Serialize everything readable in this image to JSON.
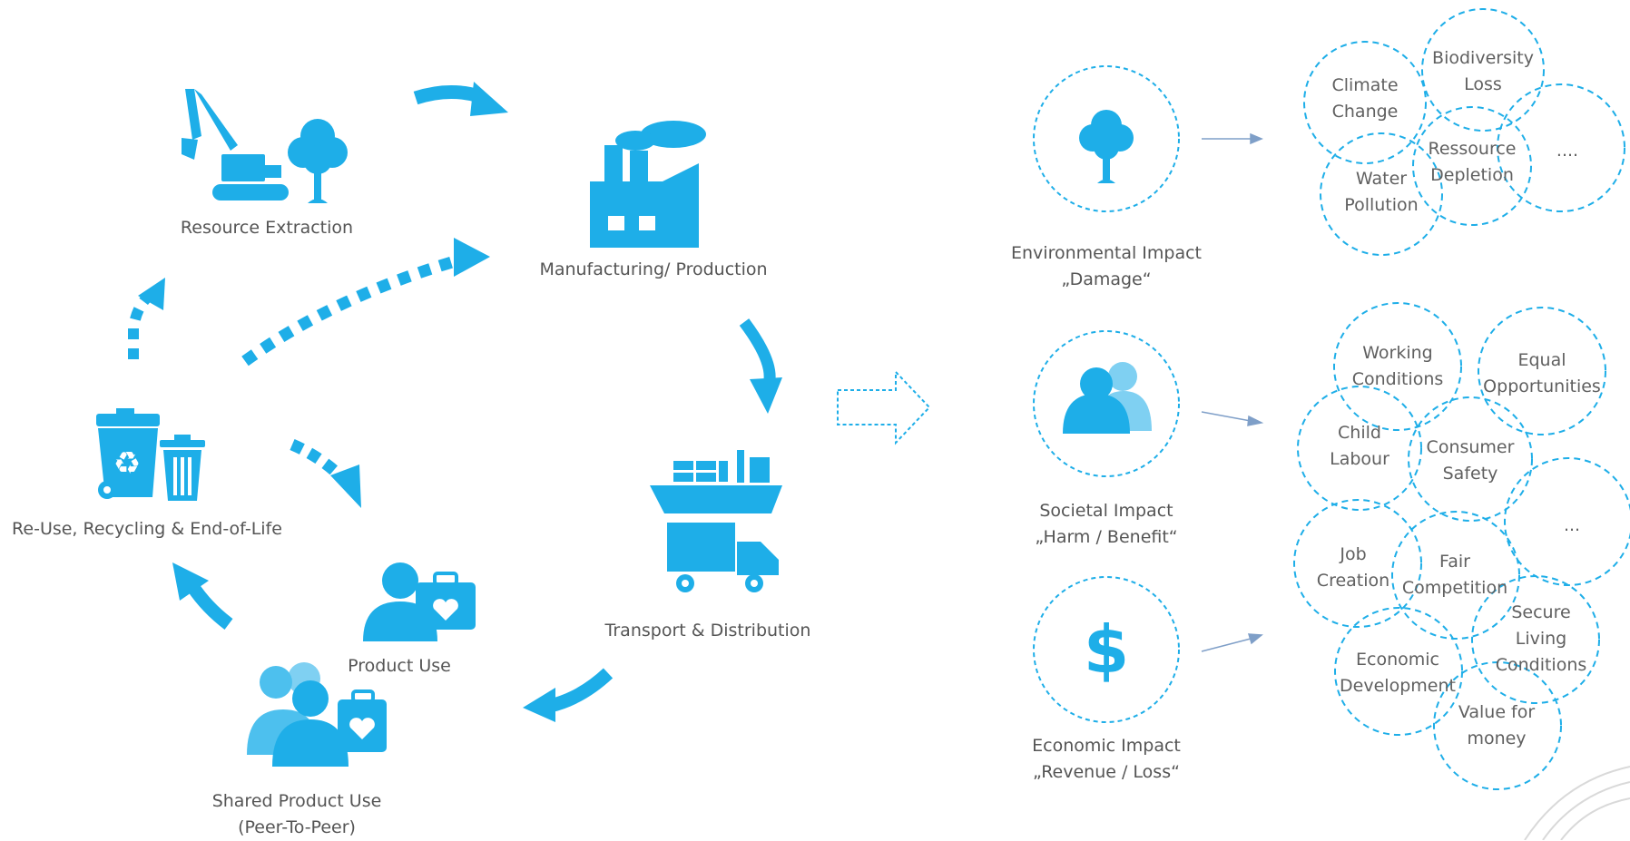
{
  "lifecycle": {
    "resource_extraction": "Resource Extraction",
    "manufacturing": "Manufacturing/ Production",
    "transport": "Transport & Distribution",
    "product_use": "Product Use",
    "shared_use_line1": "Shared Product Use",
    "shared_use_line2": "(Peer-To-Peer)",
    "end_of_life": "Re-Use, Recycling & End-of-Life"
  },
  "impacts": {
    "environmental": {
      "line1": "Environmental Impact",
      "line2": "„Damage“",
      "icon": "tree-icon"
    },
    "societal": {
      "line1": "Societal Impact",
      "line2": "„Harm / Benefit“",
      "icon": "people-icon"
    },
    "economic": {
      "line1": "Economic Impact",
      "line2": "„Revenue / Loss“",
      "icon": "dollar-icon",
      "symbol": "$"
    }
  },
  "environmental_categories": {
    "climate": [
      "Climate",
      "Change"
    ],
    "biodiversity": [
      "Biodiversity",
      "Loss"
    ],
    "water": [
      "Water",
      "Pollution"
    ],
    "resource": [
      "Ressource",
      "Depletion"
    ],
    "more": "...."
  },
  "societal_categories": {
    "working": [
      "Working",
      "Conditions"
    ],
    "equal": [
      "Equal",
      "Opportunities"
    ],
    "child": [
      "Child",
      "Labour"
    ],
    "consumer": [
      "Consumer",
      "Safety"
    ],
    "more": "...",
    "job": [
      "Job",
      "Creation"
    ],
    "fair": [
      "Fair",
      "Competition"
    ],
    "secure": [
      "Secure",
      "Living",
      "Conditions"
    ],
    "economic": [
      "Economic",
      "Development"
    ],
    "value": [
      "Value for",
      "money"
    ]
  },
  "colors": {
    "accent": "#1eaee8",
    "text": "#555555",
    "connector": "#7f9fc8"
  }
}
